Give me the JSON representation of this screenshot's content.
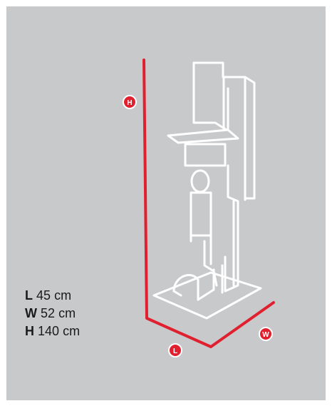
{
  "dimensions": [
    {
      "key": "L",
      "value": "45",
      "unit": "cm"
    },
    {
      "key": "W",
      "value": "52",
      "unit": "cm"
    },
    {
      "key": "H",
      "value": "140",
      "unit": "cm"
    }
  ],
  "badges": {
    "height": "H",
    "length": "L",
    "width": "W"
  },
  "colors": {
    "background": "#c8c9cb",
    "accent": "#e0202e",
    "outline": "#ffffff",
    "text": "#1a1a1a"
  },
  "icons": [
    "product-outline-icon",
    "dimension-line-icon"
  ]
}
